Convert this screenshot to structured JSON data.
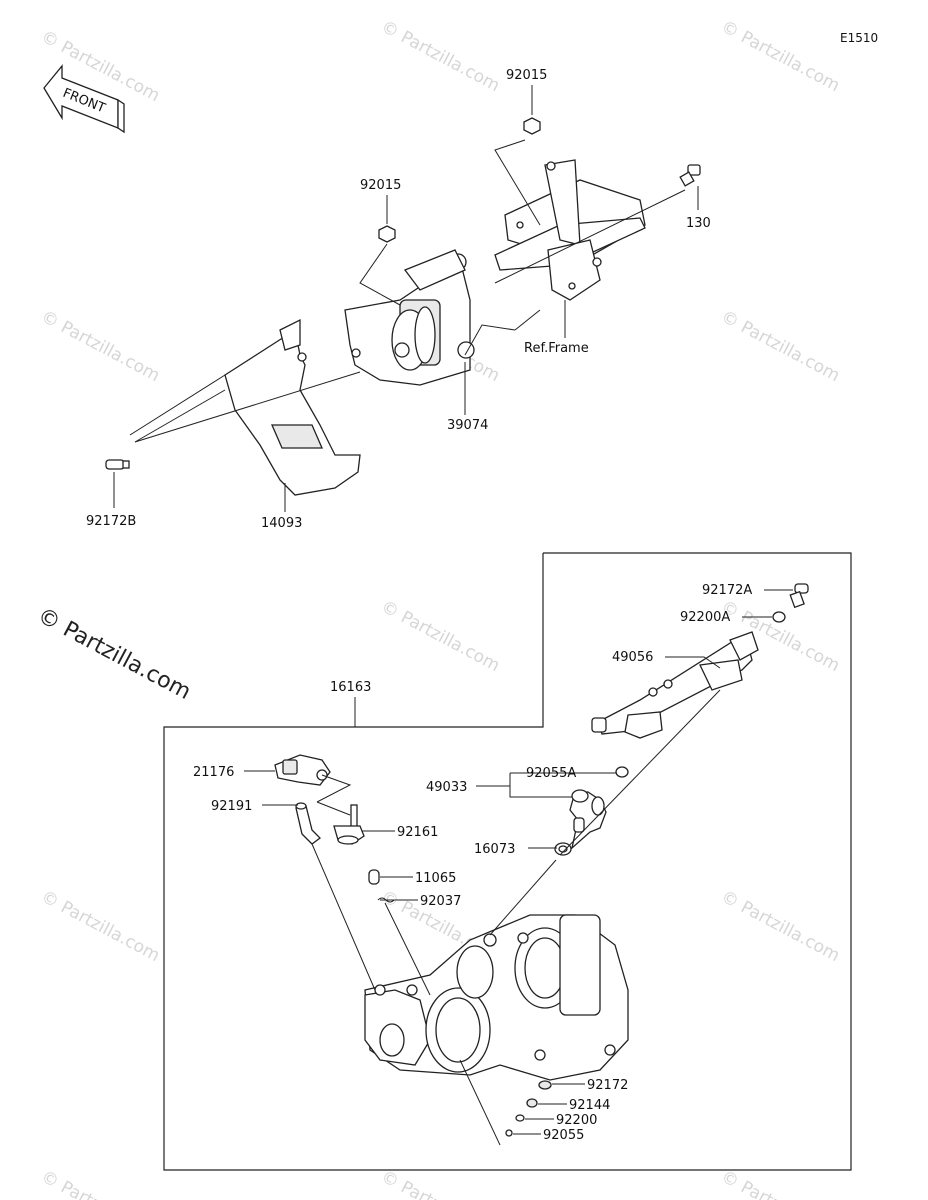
{
  "diagram_code": "E1510",
  "front_label": "FRONT",
  "watermark_text": "© Partzilla.com",
  "copyright_text": "© Partzilla.com",
  "upper_labels": {
    "nut_top": "92015",
    "nut_left": "92015",
    "bolt_right": "130",
    "ref_frame": "Ref.Frame",
    "actuator": "39074",
    "screw": "92172B",
    "cover": "14093"
  },
  "lower_labels": {
    "assembly": "16163",
    "bolt_a": "92172A",
    "washer_a": "92200A",
    "pipe": "49056",
    "injector": "49033",
    "oring_a": "92055A",
    "seal": "16073",
    "sensor": "21176",
    "hose": "92191",
    "fitting": "92161",
    "cap": "11065",
    "clamp": "92037",
    "screw": "92172",
    "spring": "92144",
    "washer": "92200",
    "oring": "92055"
  }
}
